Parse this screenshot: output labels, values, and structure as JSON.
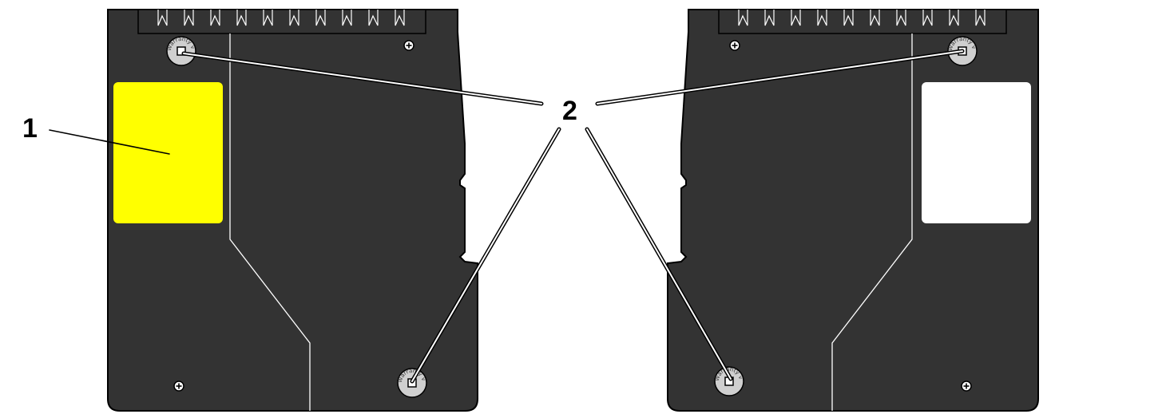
{
  "callouts": [
    {
      "id": "1",
      "label": "1"
    },
    {
      "id": "2",
      "label": "2"
    }
  ],
  "seal_text": "Warranty void if removed",
  "colors": {
    "housing": "#333333",
    "label_area_left": "#ffff00",
    "label_area_right": "#ffffff",
    "outline": "#000000",
    "seal": "#cfcfcf"
  },
  "icons": [
    "screw-icon",
    "tamper-seal-icon"
  ]
}
